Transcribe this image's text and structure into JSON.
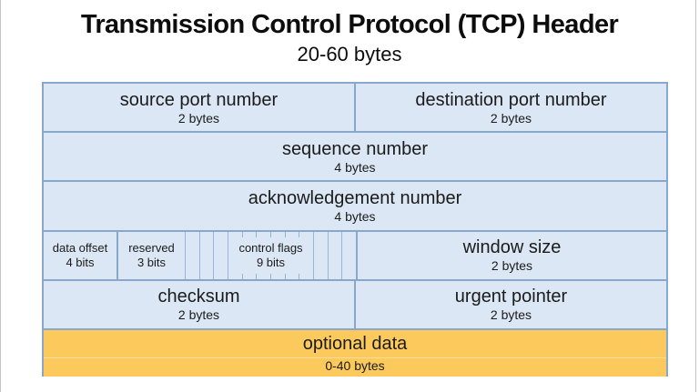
{
  "title": "Transmission Control Protocol (TCP) Header",
  "subtitle": "20-60 bytes",
  "colors": {
    "cell_background": "#dbe7f5",
    "cell_border": "#89a7ca",
    "optional_background": "#fcca5c",
    "text": "#1b1b1b"
  },
  "fields": {
    "source_port": {
      "label": "source port number",
      "size": "2 bytes"
    },
    "destination_port": {
      "label": "destination port number",
      "size": "2 bytes"
    },
    "sequence_number": {
      "label": "sequence number",
      "size": "4 bytes"
    },
    "acknowledgement_number": {
      "label": "acknowledgement number",
      "size": "4 bytes"
    },
    "data_offset": {
      "label": "data offset",
      "size": "4 bits"
    },
    "reserved": {
      "label": "reserved",
      "size": "3 bits"
    },
    "control_flags": {
      "label": "control flags",
      "size": "9 bits"
    },
    "window_size": {
      "label": "window size",
      "size": "2 bytes"
    },
    "checksum": {
      "label": "checksum",
      "size": "2 bytes"
    },
    "urgent_pointer": {
      "label": "urgent pointer",
      "size": "2 bytes"
    },
    "optional_data": {
      "label": "optional data",
      "size": "0-40 bytes"
    }
  }
}
